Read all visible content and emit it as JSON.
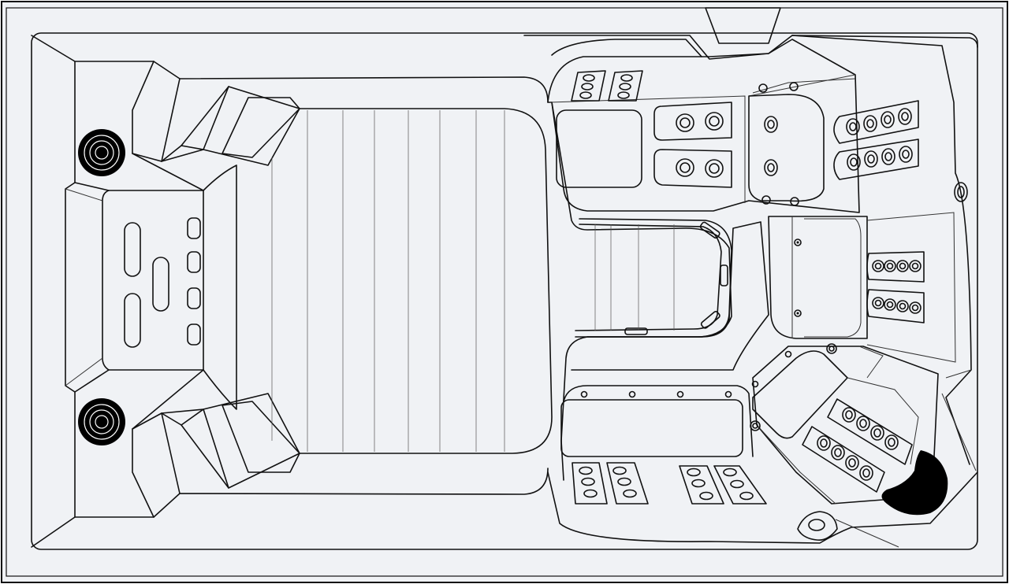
{
  "colors": {
    "background": "#f0f2f5",
    "line": "#111111",
    "fill_dark": "#000000"
  },
  "components": {
    "speakers": 2,
    "swim_jet_groups": 4,
    "jet_panels": 14,
    "handrail": 1
  }
}
